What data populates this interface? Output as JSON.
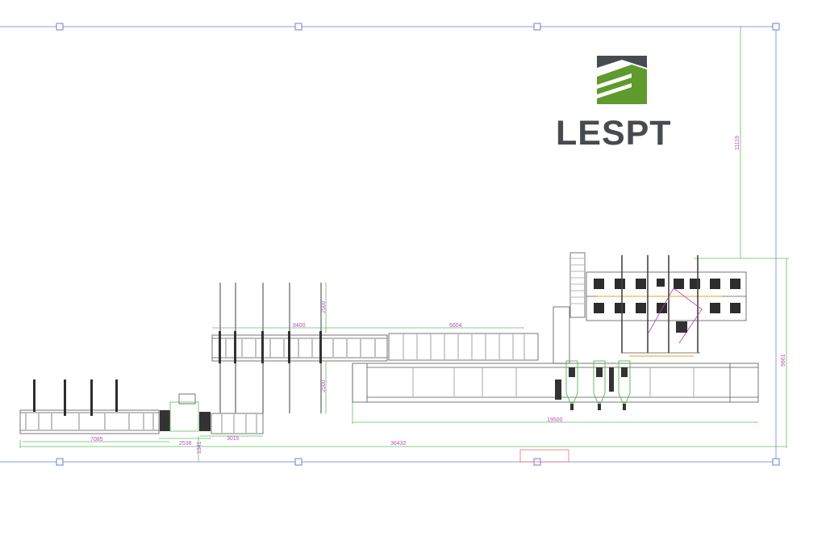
{
  "logo": {
    "text": "LESPT",
    "colors": {
      "dark": "#474a4e",
      "green": "#5e9a2c"
    }
  },
  "dimensions": {
    "infeed_conveyor": "7085",
    "machine_width": "2538",
    "outfeed_conveyor": "3015",
    "offset": "1341",
    "overall_length": "36432",
    "transfer_length": "8400",
    "roller_length": "6604",
    "arm_upper": "2500",
    "arm_lower": "2500",
    "main_line": "19500",
    "top_height": "11119",
    "right_height": "9861"
  },
  "colors": {
    "dimension_line": "#5fbf5f",
    "dimension_text": "#c04fc0",
    "frame": "#8a9be0",
    "highlight": "#f0a020"
  }
}
